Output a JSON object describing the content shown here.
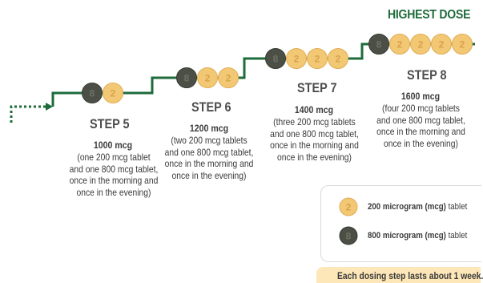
{
  "header": {
    "highest_dose_label": "HIGHEST DOSE"
  },
  "colors": {
    "path_green": "#1e6b3b",
    "tablet_200_fill": "#f3c874",
    "tablet_800_fill": "#4b4f45",
    "note_bg": "#fde7b8"
  },
  "tablet_marks": {
    "t200": "2",
    "t800": "8"
  },
  "steps": [
    {
      "title": "STEP 5",
      "dose": "1000 mcg",
      "description": "(one 200 mcg tablet\nand one 800 mcg tablet,\nonce in the morning and\nonce in the evening)",
      "tablets": [
        "800",
        "200"
      ]
    },
    {
      "title": "STEP 6",
      "dose": "1200 mcg",
      "description": "(two 200 mcg tablets\nand one 800 mcg tablet,\nonce in the morning and\nonce in the evening)",
      "tablets": [
        "800",
        "200",
        "200"
      ]
    },
    {
      "title": "STEP 7",
      "dose": "1400 mcg",
      "description": "(three 200 mcg tablets\nand one 800 mcg tablet,\nonce in the morning and\nonce in the evening)",
      "tablets": [
        "800",
        "200",
        "200",
        "200"
      ]
    },
    {
      "title": "STEP 8",
      "dose": "1600 mcg",
      "description": "(four 200 mcg tablets\nand one 800 mcg tablet,\nonce in the morning and\nonce in the evening)",
      "tablets": [
        "800",
        "200",
        "200",
        "200",
        "200"
      ]
    }
  ],
  "legend": {
    "items": [
      {
        "tablet": "200",
        "strength": "200 microgram (mcg)",
        "suffix": " tablet"
      },
      {
        "tablet": "800",
        "strength": "800 microgram (mcg)",
        "suffix": " tablet"
      }
    ]
  },
  "footer_note": "Each dosing step lasts about 1 week."
}
